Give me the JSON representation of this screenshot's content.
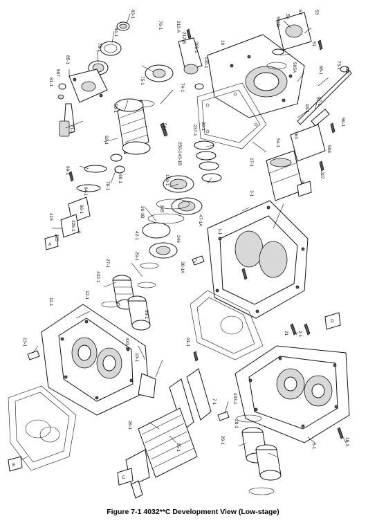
{
  "figure": {
    "caption": "Figure 7-1 4032**C Development View (Low-stage)"
  },
  "callouts": [
    {
      "id": "c1",
      "text": "83-1"
    },
    {
      "id": "c2",
      "text": "84-1"
    },
    {
      "id": "c3",
      "text": "78-1"
    },
    {
      "id": "c4",
      "text": "76-1"
    },
    {
      "id": "c5",
      "text": "212-A"
    },
    {
      "id": "c6",
      "text": "212-B"
    },
    {
      "id": "c7",
      "text": "206-1"
    },
    {
      "id": "c8",
      "text": "85-1"
    },
    {
      "id": "c9",
      "text": "81-1"
    },
    {
      "id": "c10",
      "text": "597"
    },
    {
      "id": "c11",
      "text": "71-1"
    },
    {
      "id": "c12",
      "text": "75-1"
    },
    {
      "id": "c13",
      "text": "74-1"
    },
    {
      "id": "c14",
      "text": "50-1"
    },
    {
      "id": "c15",
      "text": "63-1"
    },
    {
      "id": "c16",
      "text": "120-1"
    },
    {
      "id": "c17",
      "text": "17-1"
    },
    {
      "id": "c18",
      "text": "16"
    },
    {
      "id": "c19",
      "text": "595B"
    },
    {
      "id": "c20",
      "text": "59"
    },
    {
      "id": "c21",
      "text": "57"
    },
    {
      "id": "c22",
      "text": "53"
    },
    {
      "id": "c23",
      "text": "51"
    },
    {
      "id": "c24",
      "text": "595A"
    },
    {
      "id": "c25",
      "text": "68-1"
    },
    {
      "id": "c26",
      "text": "73-1"
    },
    {
      "id": "c27",
      "text": "681"
    },
    {
      "id": "c28",
      "text": "67-1"
    },
    {
      "id": "c29",
      "text": "18-1"
    },
    {
      "id": "c30",
      "text": "594"
    },
    {
      "id": "c31",
      "text": "250-1"
    },
    {
      "id": "c32",
      "text": "237-1"
    },
    {
      "id": "c33",
      "text": "39-1"
    },
    {
      "id": "c34",
      "text": "163"
    },
    {
      "id": "c35",
      "text": "54-1"
    },
    {
      "id": "c36",
      "text": "596"
    },
    {
      "id": "c37",
      "text": "207"
    },
    {
      "id": "c38",
      "text": "58-1"
    },
    {
      "id": "c39",
      "text": "43-1B"
    },
    {
      "id": "c40",
      "text": "150-1"
    },
    {
      "id": "c41",
      "text": "39-1B"
    },
    {
      "id": "c42",
      "text": "345"
    },
    {
      "id": "c43",
      "text": "346"
    },
    {
      "id": "c44",
      "text": "42-1"
    },
    {
      "id": "c45",
      "text": "47-1A"
    },
    {
      "id": "c46",
      "text": "38-1A"
    },
    {
      "id": "c47",
      "text": "3-1"
    },
    {
      "id": "c48",
      "text": "2-1"
    },
    {
      "id": "c49",
      "text": "21"
    },
    {
      "id": "c50",
      "text": "1-1"
    },
    {
      "id": "c51",
      "text": "B"
    },
    {
      "id": "c52",
      "text": "99-1"
    },
    {
      "id": "c53",
      "text": "64-1"
    },
    {
      "id": "c54",
      "text": "69-1"
    },
    {
      "id": "c55",
      "text": "70-1"
    },
    {
      "id": "c56",
      "text": "66-1"
    },
    {
      "id": "c57",
      "text": "415"
    },
    {
      "id": "c58",
      "text": "325"
    },
    {
      "id": "c59",
      "text": "326-1"
    },
    {
      "id": "c60",
      "text": "27-1"
    },
    {
      "id": "c61",
      "text": "432-1"
    },
    {
      "id": "c62",
      "text": "29-1"
    },
    {
      "id": "c63",
      "text": "13-1"
    },
    {
      "id": "c64",
      "text": "11-1"
    },
    {
      "id": "c65",
      "text": "433-1"
    },
    {
      "id": "c66",
      "text": "10-1"
    },
    {
      "id": "c67",
      "text": "30-1"
    },
    {
      "id": "c68",
      "text": "12-1"
    },
    {
      "id": "c69",
      "text": "91-1"
    },
    {
      "id": "c70",
      "text": "25-1"
    },
    {
      "id": "c71",
      "text": "26-1"
    },
    {
      "id": "c72",
      "text": "C"
    },
    {
      "id": "c73",
      "text": "7-1"
    },
    {
      "id": "c74",
      "text": "433-1"
    },
    {
      "id": "c75",
      "text": "28-1"
    },
    {
      "id": "c76",
      "text": "29-1"
    },
    {
      "id": "c77",
      "text": "5-1"
    },
    {
      "id": "c78",
      "text": "18-3"
    },
    {
      "id": "c79",
      "text": "D"
    },
    {
      "id": "c80",
      "text": "E"
    },
    {
      "id": "c81",
      "text": "A"
    },
    {
      "id": "c82",
      "text": "9"
    }
  ]
}
